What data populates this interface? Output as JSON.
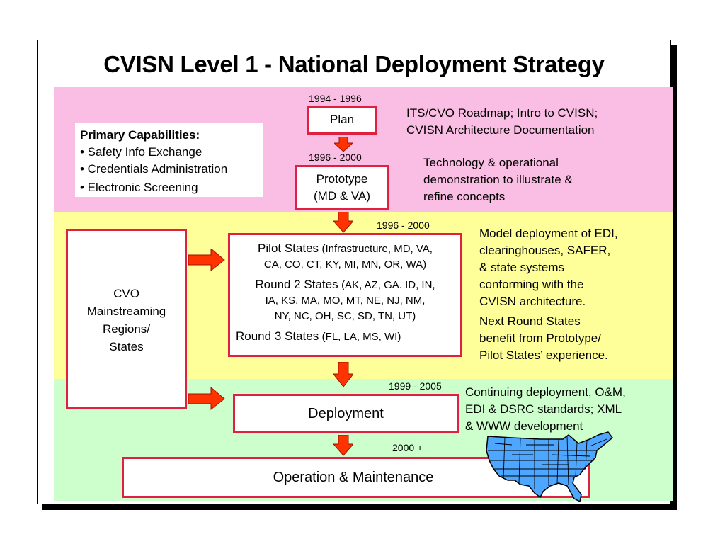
{
  "title": "CVISN Level 1 - National Deployment Strategy",
  "colors": {
    "pink_band": "#fabde3",
    "yellow_band": "#ffff99",
    "green_band": "#ccffcc",
    "box_border": "#e02040",
    "arrow_fill": "#ff3300",
    "map_fill": "#4da6ff"
  },
  "capabilities": {
    "heading": "Primary Capabilities:",
    "items": [
      "• Safety Info Exchange",
      "• Credentials Administration",
      "• Electronic Screening"
    ]
  },
  "plan": {
    "date": "1994 - 1996",
    "label": "Plan",
    "description_line1": "ITS/CVO Roadmap; Intro to CVISN;",
    "description_line2": "CVISN Architecture Documentation"
  },
  "prototype": {
    "date": "1996 - 2000",
    "label_line1": "Prototype",
    "label_line2": "(MD & VA)",
    "description": [
      "Technology & operational",
      "demonstration to illustrate &",
      "refine concepts"
    ]
  },
  "pilot": {
    "date": "1996 - 2000",
    "pilot_states_label": "Pilot States",
    "pilot_states_detail_1": "(Infrastructure, MD, VA,",
    "pilot_states_detail_2": "CA, CO, CT, KY, MI, MN, OR, WA)",
    "round2_label": "Round 2 States",
    "round2_detail_1": "(AK, AZ, GA. ID, IN,",
    "round2_detail_2": "IA, KS, MA, MO, MT, NE, NJ, NM,",
    "round2_detail_3": "NY, NC, OH, SC, SD, TN, UT)",
    "round3_label": "Round 3 States",
    "round3_detail": "(FL, LA, MS, WI)",
    "description_a": [
      "Model deployment of EDI,",
      "clearinghouses, SAFER,",
      "& state systems",
      "conforming with the",
      "CVISN architecture."
    ],
    "description_b": [
      "Next Round States",
      "benefit from Prototype/",
      "Pilot States’ experience."
    ]
  },
  "cvo": {
    "lines": [
      "CVO",
      "Mainstreaming",
      "Regions/",
      "States"
    ]
  },
  "deployment": {
    "date": "1999 - 2005",
    "label": "Deployment",
    "description": [
      "Continuing deployment, O&M,",
      "EDI & DSRC standards; XML",
      "& WWW development"
    ]
  },
  "operation": {
    "date": "2000 +",
    "label": "Operation & Maintenance"
  }
}
